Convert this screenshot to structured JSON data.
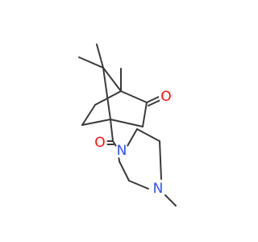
{
  "molecule": {
    "atoms": [
      {
        "id": "O1",
        "symbol": "O",
        "color": "#ff0d0d"
      },
      {
        "id": "O2",
        "symbol": "O",
        "color": "#ff0d0d"
      },
      {
        "id": "N1",
        "symbol": "N",
        "color": "#3050f8"
      },
      {
        "id": "N2",
        "symbol": "N",
        "color": "#3050f8"
      }
    ],
    "bond_color": "#3a3a3a"
  }
}
